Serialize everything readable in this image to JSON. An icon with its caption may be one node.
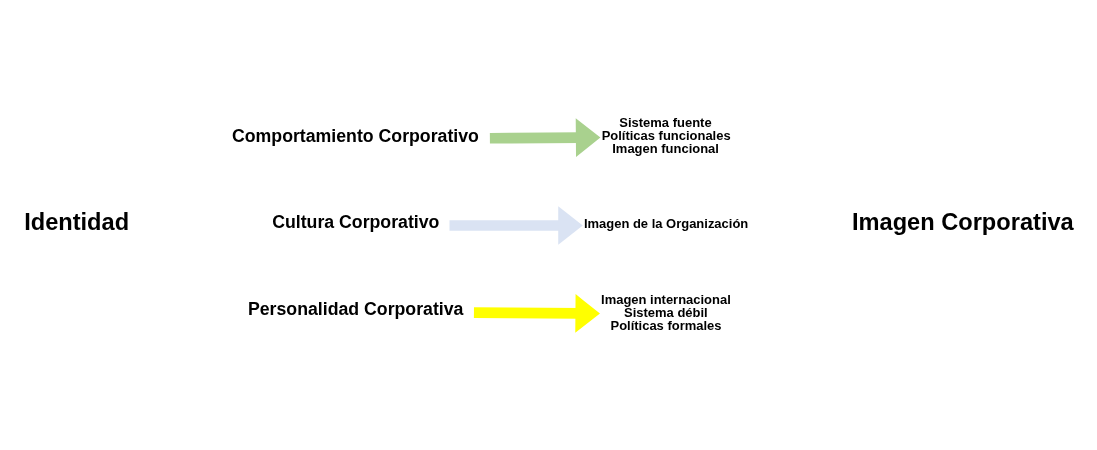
{
  "diagram": {
    "nodes": [
      {
        "text": [
          "Comportamiento Corporativo"
        ]
      },
      {
        "text": [
          "Sistema fuente",
          "Políticas funcionales",
          "Imagen funcional"
        ]
      },
      {
        "text": [
          "Cultura Corporativo"
        ]
      },
      {
        "text": [
          "Imagen de la Organización"
        ]
      },
      {
        "text": [
          "Personalidad Corporativa"
        ]
      },
      {
        "text": [
          "Imagen internacional",
          "Sistema débil",
          "Políticas formales"
        ]
      }
    ],
    "edges": [
      {
        "from": 0,
        "to": 1,
        "arrow": "to",
        "color": "#a9d18e"
      },
      {
        "from": 2,
        "to": 3,
        "arrow": "to",
        "color": "#dae3f3"
      },
      {
        "from": 4,
        "to": 5,
        "arrow": "to",
        "color": "#ffff00"
      }
    ],
    "labels": [
      "Identidad",
      "Imagen Corporativa"
    ]
  }
}
